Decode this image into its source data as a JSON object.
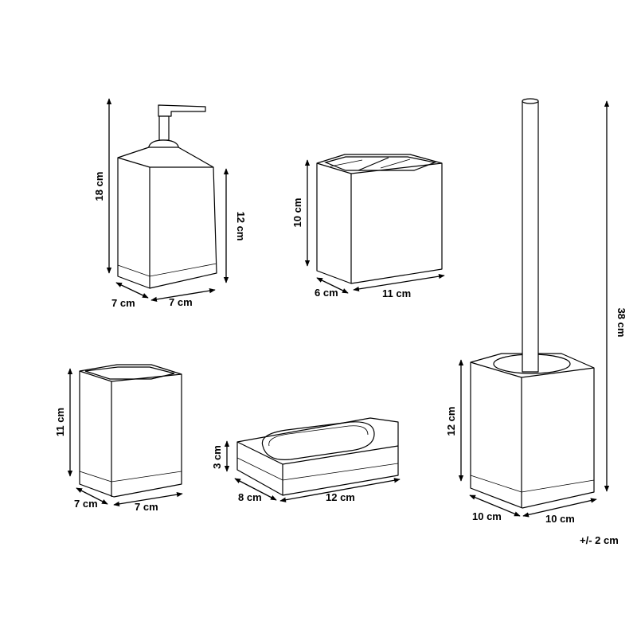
{
  "products": {
    "soap_dispenser": {
      "height": "18 cm",
      "body_height": "12 cm",
      "depth": "7 cm",
      "width": "7 cm"
    },
    "toothbrush_holder": {
      "height": "10 cm",
      "depth": "6 cm",
      "width": "11 cm"
    },
    "tumbler": {
      "height": "11 cm",
      "depth": "7 cm",
      "width": "7 cm"
    },
    "soap_dish": {
      "height": "3 cm",
      "depth": "8 cm",
      "width": "12 cm"
    },
    "toilet_brush": {
      "height": "38 cm",
      "holder_height": "12 cm",
      "depth": "10 cm",
      "width": "10 cm"
    }
  },
  "tolerance": "+/- 2 cm",
  "colors": {
    "line": "#000000",
    "background": "#ffffff"
  }
}
